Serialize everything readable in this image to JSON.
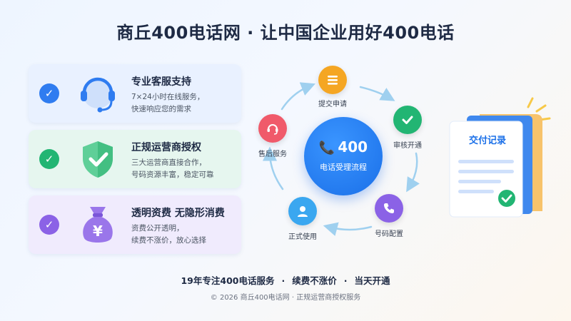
{
  "title": "商丘400电话网 · 让中国企业用好400电话",
  "features": [
    {
      "title": "专业客服支持",
      "desc": [
        "7×24小时在线服务，",
        "快速响应您的需求"
      ],
      "icon": "headset-icon"
    },
    {
      "title": "正规运营商授权",
      "desc": [
        "三大运营商直接合作，",
        "号码资源丰富，稳定可靠"
      ],
      "icon": "shield-check-icon"
    },
    {
      "title": "透明资费 无隐形消费",
      "desc": [
        "资费公开透明，",
        "续费不涨价，放心选择"
      ],
      "icon": "money-bag-icon"
    }
  ],
  "money_bag_symbol": "¥",
  "flow": {
    "hub_number": "400",
    "hub_label": "电话受理流程",
    "steps": [
      {
        "label": "提交申请",
        "color": "#f5a623",
        "icon": "list-icon"
      },
      {
        "label": "审核开通",
        "color": "#22b573",
        "icon": "check-icon"
      },
      {
        "label": "号码配置",
        "color": "#8b62e6",
        "icon": "phone-icon"
      },
      {
        "label": "正式使用",
        "color": "#3aa7f0",
        "icon": "user-icon"
      },
      {
        "label": "售后服务",
        "color": "#f05a6a",
        "icon": "headset-icon"
      }
    ]
  },
  "document": {
    "title": "交付记录"
  },
  "slogan": [
    "19年专注400电话服务",
    "续费不涨价",
    "当天开通"
  ],
  "slogan_separator": "·",
  "footer": "© 2026 商丘400电话网 · 正规运营商授权服务",
  "colors": {
    "primary": "#1a6fe8",
    "green": "#22b573",
    "purple": "#8b62e6",
    "orange": "#f5a623",
    "red": "#f05a6a"
  }
}
